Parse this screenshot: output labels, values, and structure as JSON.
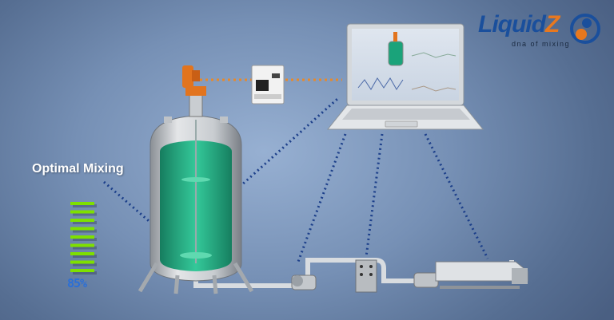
{
  "headline": "Optimal Mixing",
  "level_indicator": {
    "percent_text": "85%",
    "bars_lit": 9,
    "color": "#7ee000"
  },
  "logo": {
    "word_main": "Liquid",
    "word_accent": "Z",
    "tagline": "dna of mixing",
    "brand_color": "#1a4f9c",
    "accent_color": "#e8781e"
  },
  "colors": {
    "liquid": "#1aa37a",
    "signal_line": "#e8892a",
    "data_line": "#1c3f8a"
  }
}
